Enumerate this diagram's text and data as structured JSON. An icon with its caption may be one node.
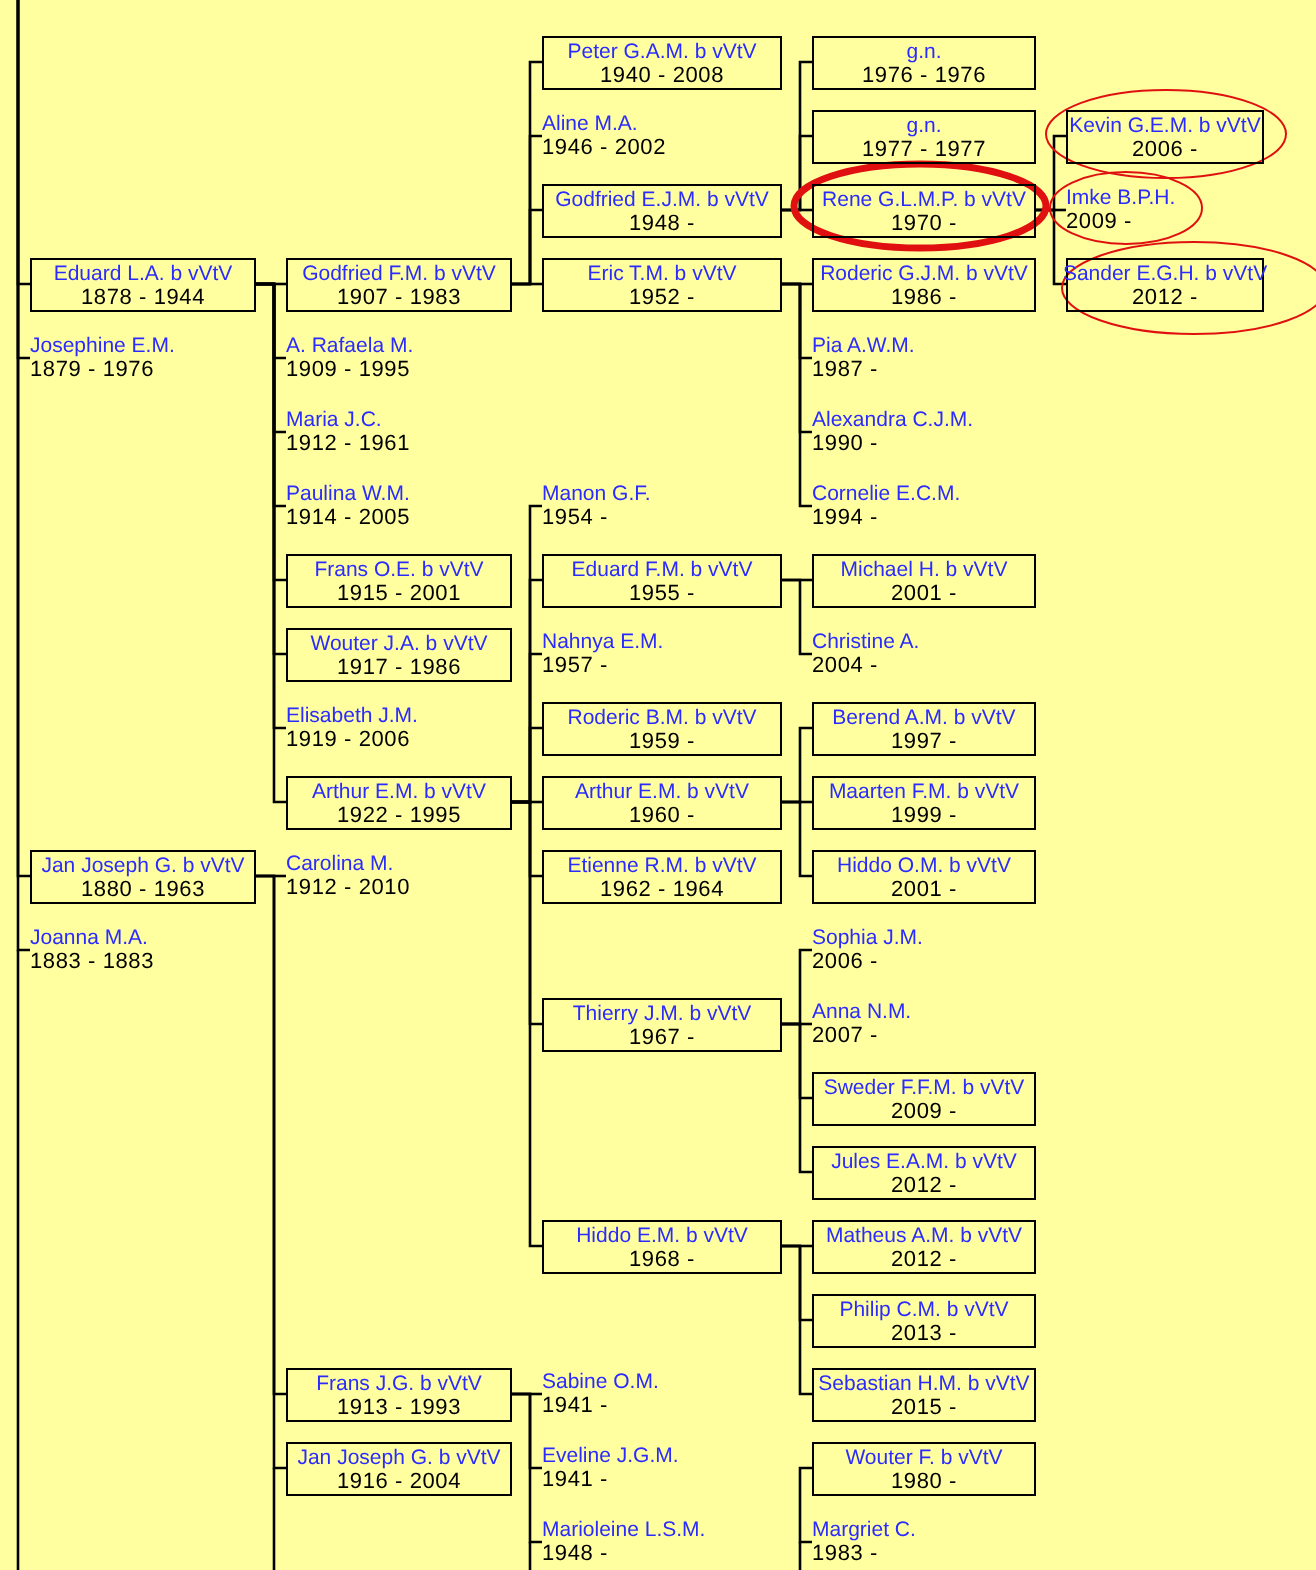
{
  "diagram": {
    "nodes": [
      {
        "text": [
          "Peter G.A.M. b vVtV",
          "1940 - 2008"
        ]
      },
      {
        "text": [
          "g.n.",
          "1976 - 1976"
        ]
      },
      {
        "text": [
          "Aline M.A.",
          "1946 - 2002"
        ]
      },
      {
        "text": [
          "g.n.",
          "1977 - 1977"
        ]
      },
      {
        "text": [
          "Kevin G.E.M. b vVtV",
          "2006 -"
        ]
      },
      {
        "text": [
          "Godfried E.J.M. b vVtV",
          "1948 -"
        ]
      },
      {
        "text": [
          "Rene G.L.M.P. b vVtV",
          "1970 -"
        ]
      },
      {
        "text": [
          "Imke B.P.H.",
          "2009 -"
        ]
      },
      {
        "text": [
          "Eduard L.A. b vVtV",
          "1878 - 1944"
        ]
      },
      {
        "text": [
          "Godfried F.M. b vVtV",
          "1907 - 1983"
        ]
      },
      {
        "text": [
          "Eric T.M. b vVtV",
          "1952 -"
        ]
      },
      {
        "text": [
          "Roderic G.J.M. b vVtV",
          "1986 -"
        ]
      },
      {
        "text": [
          "Sander E.G.H. b vVtV",
          "2012 -"
        ]
      },
      {
        "text": [
          "Josephine E.M.",
          "1879 - 1976"
        ]
      },
      {
        "text": [
          "A. Rafaela M.",
          "1909 - 1995"
        ]
      },
      {
        "text": [
          "Pia A.W.M.",
          "1987 -"
        ]
      },
      {
        "text": [
          "Maria J.C.",
          "1912 - 1961"
        ]
      },
      {
        "text": [
          "Alexandra C.J.M.",
          "1990 -"
        ]
      },
      {
        "text": [
          "Paulina W.M.",
          "1914 - 2005"
        ]
      },
      {
        "text": [
          "Manon G.F.",
          "1954 -"
        ]
      },
      {
        "text": [
          "Cornelie E.C.M.",
          "1994 -"
        ]
      },
      {
        "text": [
          "Frans O.E. b vVtV",
          "1915 - 2001"
        ]
      },
      {
        "text": [
          "Eduard F.M. b vVtV",
          "1955 -"
        ]
      },
      {
        "text": [
          "Michael H. b vVtV",
          "2001 -"
        ]
      },
      {
        "text": [
          "Wouter J.A. b vVtV",
          "1917 - 1986"
        ]
      },
      {
        "text": [
          "Nahnya E.M.",
          "1957 -"
        ]
      },
      {
        "text": [
          "Christine A.",
          "2004 -"
        ]
      },
      {
        "text": [
          "Elisabeth J.M.",
          "1919 - 2006"
        ]
      },
      {
        "text": [
          "Roderic B.M. b vVtV",
          "1959 -"
        ]
      },
      {
        "text": [
          "Berend A.M. b vVtV",
          "1997 -"
        ]
      },
      {
        "text": [
          "Arthur E.M. b vVtV",
          "1922 - 1995"
        ]
      },
      {
        "text": [
          "Arthur E.M. b vVtV",
          "1960 -"
        ]
      },
      {
        "text": [
          "Maarten F.M. b vVtV",
          "1999 -"
        ]
      },
      {
        "text": [
          "Jan Joseph G. b vVtV",
          "1880 - 1963"
        ]
      },
      {
        "text": [
          "Carolina M.",
          "1912 - 2010"
        ]
      },
      {
        "text": [
          "Etienne R.M. b vVtV",
          "1962 - 1964"
        ]
      },
      {
        "text": [
          "Hiddo O.M. b vVtV",
          "2001 -"
        ]
      },
      {
        "text": [
          "Joanna M.A.",
          "1883 - 1883"
        ]
      },
      {
        "text": [
          "Sophia J.M.",
          "2006 -"
        ]
      },
      {
        "text": [
          "Thierry J.M. b vVtV",
          "1967 -"
        ]
      },
      {
        "text": [
          "Anna N.M.",
          "2007 -"
        ]
      },
      {
        "text": [
          "Sweder F.F.M. b vVtV",
          "2009 -"
        ]
      },
      {
        "text": [
          "Jules E.A.M. b vVtV",
          "2012 -"
        ]
      },
      {
        "text": [
          "Hiddo E.M. b vVtV",
          "1968 -"
        ]
      },
      {
        "text": [
          "Matheus A.M. b vVtV",
          "2012 -"
        ]
      },
      {
        "text": [
          "Philip C.M. b vVtV",
          "2013 -"
        ]
      },
      {
        "text": [
          "Frans J.G. b vVtV",
          "1913 - 1993"
        ]
      },
      {
        "text": [
          "Sabine O.M.",
          "1941 -"
        ]
      },
      {
        "text": [
          "Sebastian H.M. b vVtV",
          "2015 -"
        ]
      },
      {
        "text": [
          "Jan Joseph G. b vVtV",
          "1916 - 2004"
        ]
      },
      {
        "text": [
          "Eveline J.G.M.",
          "1941 -"
        ]
      },
      {
        "text": [
          "Wouter F. b vVtV",
          "1980 -"
        ]
      },
      {
        "text": [
          "Marioleine L.S.M.",
          "1948 -"
        ]
      },
      {
        "text": [
          "Margriet C.",
          "1983 -"
        ]
      }
    ],
    "edges": [
      {
        "from": null,
        "to": 8,
        "arrow": "none"
      },
      {
        "from": null,
        "to": 13,
        "arrow": "none"
      },
      {
        "from": null,
        "to": 33,
        "arrow": "none"
      },
      {
        "from": null,
        "to": 37,
        "arrow": "none"
      },
      {
        "from": 8,
        "to": 9,
        "arrow": "none"
      },
      {
        "from": 8,
        "to": 14,
        "arrow": "none"
      },
      {
        "from": 8,
        "to": 16,
        "arrow": "none"
      },
      {
        "from": 8,
        "to": 18,
        "arrow": "none"
      },
      {
        "from": 8,
        "to": 21,
        "arrow": "none"
      },
      {
        "from": 8,
        "to": 24,
        "arrow": "none"
      },
      {
        "from": 8,
        "to": 27,
        "arrow": "none"
      },
      {
        "from": 8,
        "to": 30,
        "arrow": "none"
      },
      {
        "from": 9,
        "to": 0,
        "arrow": "none"
      },
      {
        "from": 9,
        "to": 2,
        "arrow": "none"
      },
      {
        "from": 9,
        "to": 5,
        "arrow": "none"
      },
      {
        "from": 9,
        "to": 10,
        "arrow": "none"
      },
      {
        "from": 5,
        "to": 1,
        "arrow": "none"
      },
      {
        "from": 5,
        "to": 3,
        "arrow": "none"
      },
      {
        "from": 5,
        "to": 6,
        "arrow": "none"
      },
      {
        "from": 6,
        "to": 4,
        "arrow": "none"
      },
      {
        "from": 6,
        "to": 7,
        "arrow": "none"
      },
      {
        "from": 6,
        "to": 12,
        "arrow": "none"
      },
      {
        "from": 10,
        "to": 11,
        "arrow": "none"
      },
      {
        "from": 10,
        "to": 15,
        "arrow": "none"
      },
      {
        "from": 10,
        "to": 17,
        "arrow": "none"
      },
      {
        "from": 10,
        "to": 20,
        "arrow": "none"
      },
      {
        "from": 30,
        "to": 19,
        "arrow": "none"
      },
      {
        "from": 30,
        "to": 22,
        "arrow": "none"
      },
      {
        "from": 30,
        "to": 25,
        "arrow": "none"
      },
      {
        "from": 30,
        "to": 28,
        "arrow": "none"
      },
      {
        "from": 30,
        "to": 31,
        "arrow": "none"
      },
      {
        "from": 30,
        "to": 35,
        "arrow": "none"
      },
      {
        "from": 30,
        "to": 39,
        "arrow": "none"
      },
      {
        "from": 30,
        "to": 43,
        "arrow": "none"
      },
      {
        "from": 22,
        "to": 23,
        "arrow": "none"
      },
      {
        "from": 22,
        "to": 26,
        "arrow": "none"
      },
      {
        "from": 31,
        "to": 29,
        "arrow": "none"
      },
      {
        "from": 31,
        "to": 32,
        "arrow": "none"
      },
      {
        "from": 31,
        "to": 36,
        "arrow": "none"
      },
      {
        "from": 39,
        "to": 38,
        "arrow": "none"
      },
      {
        "from": 39,
        "to": 40,
        "arrow": "none"
      },
      {
        "from": 39,
        "to": 41,
        "arrow": "none"
      },
      {
        "from": 39,
        "to": 42,
        "arrow": "none"
      },
      {
        "from": 43,
        "to": 44,
        "arrow": "none"
      },
      {
        "from": 43,
        "to": 45,
        "arrow": "none"
      },
      {
        "from": 43,
        "to": 48,
        "arrow": "none"
      },
      {
        "from": 33,
        "to": 34,
        "arrow": "none"
      },
      {
        "from": 33,
        "to": 46,
        "arrow": "none"
      },
      {
        "from": 33,
        "to": 49,
        "arrow": "none"
      },
      {
        "from": 46,
        "to": 47,
        "arrow": "none"
      },
      {
        "from": 46,
        "to": 50,
        "arrow": "none"
      },
      {
        "from": 46,
        "to": 52,
        "arrow": "none"
      },
      {
        "from": 51,
        "to": 53,
        "arrow": "none"
      }
    ]
  }
}
